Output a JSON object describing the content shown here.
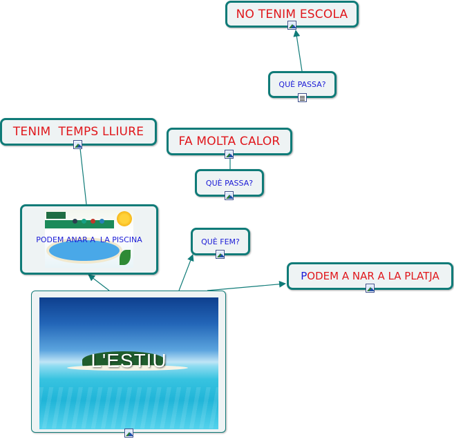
{
  "nodes": {
    "no_tenim_escola": "NO TENIM ESCOLA",
    "que_passa_top": "QUÈ PASSA?",
    "tenim_temps_lliure": "TENIM  TEMPS LLIURE",
    "fa_molta_calor": "FA MOLTA CALOR",
    "que_passa_mid": "QUÈ PASSA?",
    "podem_anar_piscina": "PODEM ANAR A  LA PISCINA",
    "que_fem": "QUÈ FEM?",
    "podem_platja_first": "P",
    "podem_platja_rest": "ODEM A NAR A LA PLATJA",
    "lestiu": "L'ESTIU"
  },
  "icons": {
    "image_badge": "image-icon",
    "document_badge": "document-icon"
  },
  "colors": {
    "node_border": "#0f7b78",
    "node_fill": "#eef3f4",
    "red_text": "#e0161b",
    "blue_text": "#1a1ad6",
    "link": "#0f7b78"
  }
}
